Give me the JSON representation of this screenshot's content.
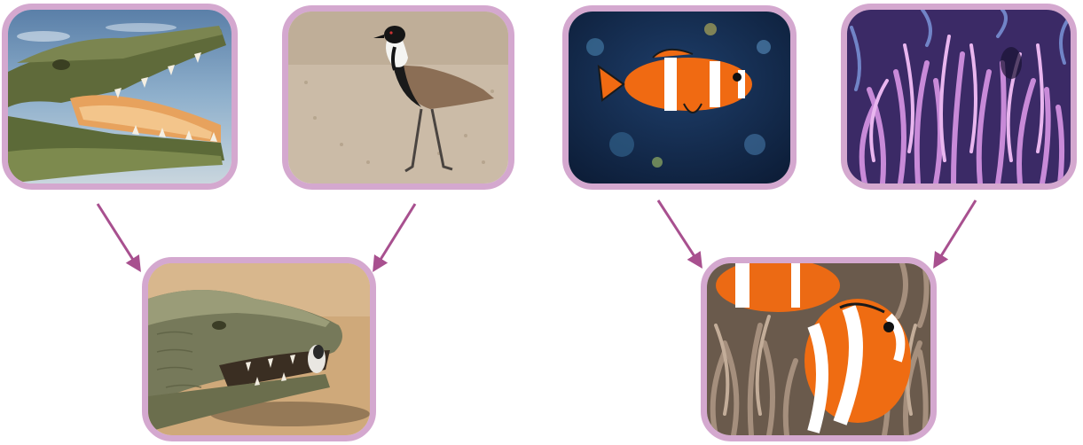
{
  "diagram": {
    "arrow_color": "#a8508f",
    "card_border_color": "#d4a8cf",
    "pairs": [
      {
        "sources": [
          "crocodile-open-mouth-photo",
          "spur-winged-plover-photo"
        ],
        "result": "plover-in-crocodile-mouth-photo"
      },
      {
        "sources": [
          "clownfish-photo",
          "sea-anemone-photo"
        ],
        "result": "clownfish-in-anemone-photo"
      }
    ]
  }
}
